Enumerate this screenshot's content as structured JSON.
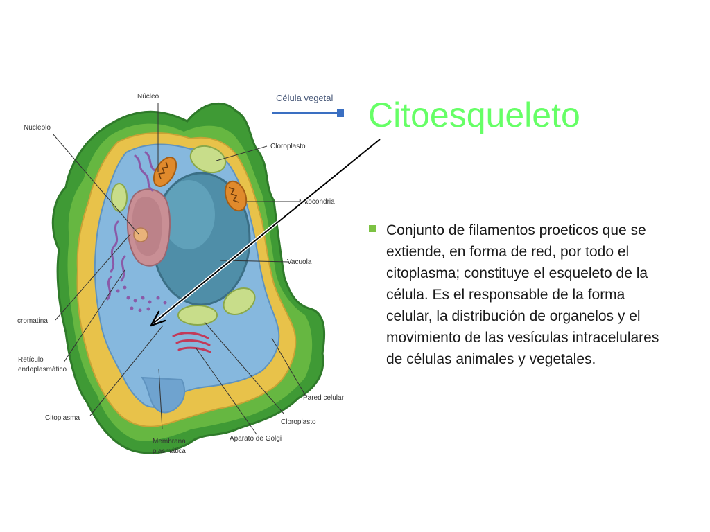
{
  "slide": {
    "title": "Citoesqueleto",
    "bullet_text": "Conjunto de filamentos proeticos que se extiende, en forma de red, por todo el citoplasma; constituye el esqueleto de la célula. Es el responsable de la forma celular, la distribución de organelos y el movimiento de las vesículas intracelulares de células animales y vegetales.",
    "title_color": "#66ff66",
    "bullet_color": "#7cc243"
  },
  "diagram": {
    "legend_title": "Célula vegetal",
    "labels": {
      "nucleo": "Núcleo",
      "nucleolo": "Nucleolo",
      "cloroplasto_top": "Cloroplasto",
      "mitocondria": "Mitocondria",
      "vacuola": "Vacuola",
      "cromatina": "cromatina",
      "reticulo_1": "Retículo",
      "reticulo_2": "endoplasmático",
      "citoplasma": "Citoplasma",
      "membrana_1": "Membrana",
      "membrana_2": "plasmática",
      "aparato_golgi": "Aparato de Golgi",
      "cloroplasto_bottom": "Cloroplasto",
      "pared_celular": "Pared celular"
    },
    "colors": {
      "cell_wall": "#3f9a35",
      "cell_wall_light": "#86cf4a",
      "membrane_yellow": "#e8c24a",
      "cytoplasm": "#86b8de",
      "vacuole": "#4f8ea8",
      "nucleus": "#c98f95",
      "chloroplast": "#c8dd8a",
      "mitochondria": "#e08a2c",
      "er": "#8a5aa8",
      "golgi": "#c23a5a"
    }
  }
}
